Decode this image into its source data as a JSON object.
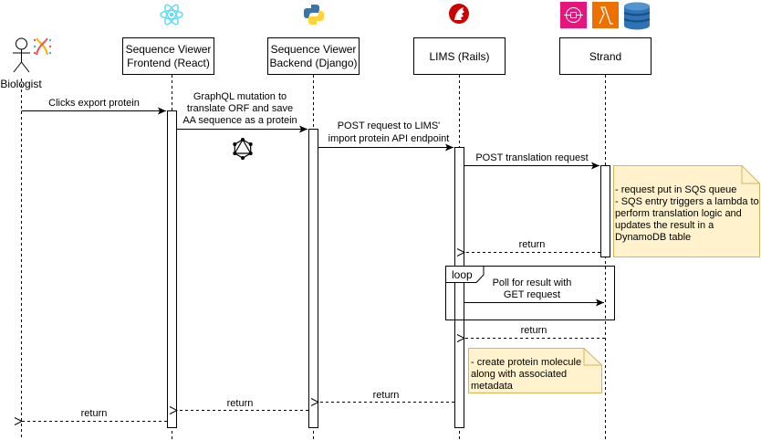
{
  "actor": {
    "name": "Biologist"
  },
  "participants": [
    {
      "id": "frontend",
      "line1": "Sequence Viewer",
      "line2": "Frontend (React)",
      "icon": "react-icon"
    },
    {
      "id": "backend",
      "line1": "Sequence Viewer",
      "line2": "Backend (Django)",
      "icon": "python-icon"
    },
    {
      "id": "lims",
      "line1": "LIMS (Rails)",
      "line2": "",
      "icon": "rails-icon"
    },
    {
      "id": "strand",
      "line1": "Strand",
      "line2": "",
      "icon": "aws-services-icons"
    }
  ],
  "messages": [
    {
      "id": "m1",
      "lines": [
        "Clicks export protein"
      ],
      "type": "sync"
    },
    {
      "id": "m2",
      "lines": [
        "GraphQL mutation to",
        "translate ORF and save",
        "AA sequence as a protein"
      ],
      "type": "sync"
    },
    {
      "id": "m3",
      "lines": [
        "POST request to LIMS'",
        "import protein API endpoint"
      ],
      "type": "sync"
    },
    {
      "id": "m4",
      "lines": [
        "POST translation request"
      ],
      "type": "sync"
    },
    {
      "id": "m5",
      "lines": [
        "return"
      ],
      "type": "return"
    },
    {
      "id": "m6",
      "lines": [
        "Poll for result with",
        "GET request"
      ],
      "type": "sync"
    },
    {
      "id": "m7",
      "lines": [
        "return"
      ],
      "type": "return"
    },
    {
      "id": "m8",
      "lines": [
        "return"
      ],
      "type": "return"
    },
    {
      "id": "m9",
      "lines": [
        "return"
      ],
      "type": "return"
    },
    {
      "id": "m10",
      "lines": [
        "return"
      ],
      "type": "return"
    }
  ],
  "loop": {
    "label": "loop"
  },
  "notes": [
    {
      "id": "strand-note",
      "lines": [
        "- request put in SQS queue",
        "- SQS entry triggers a lambda to",
        "perform translation logic and",
        "updates the result in a",
        "DynamoDB table"
      ]
    },
    {
      "id": "lims-note",
      "lines": [
        "- create protein molecule",
        "along with associated",
        "metadata"
      ]
    }
  ],
  "colors": {
    "note_fill": "#fff2cc",
    "note_stroke": "#d6b656",
    "react": "#61dafb",
    "rails": "#cc0000",
    "sqs": "#e7157b",
    "lambda": "#ed7100",
    "dynamodb": "#2e73b8"
  }
}
